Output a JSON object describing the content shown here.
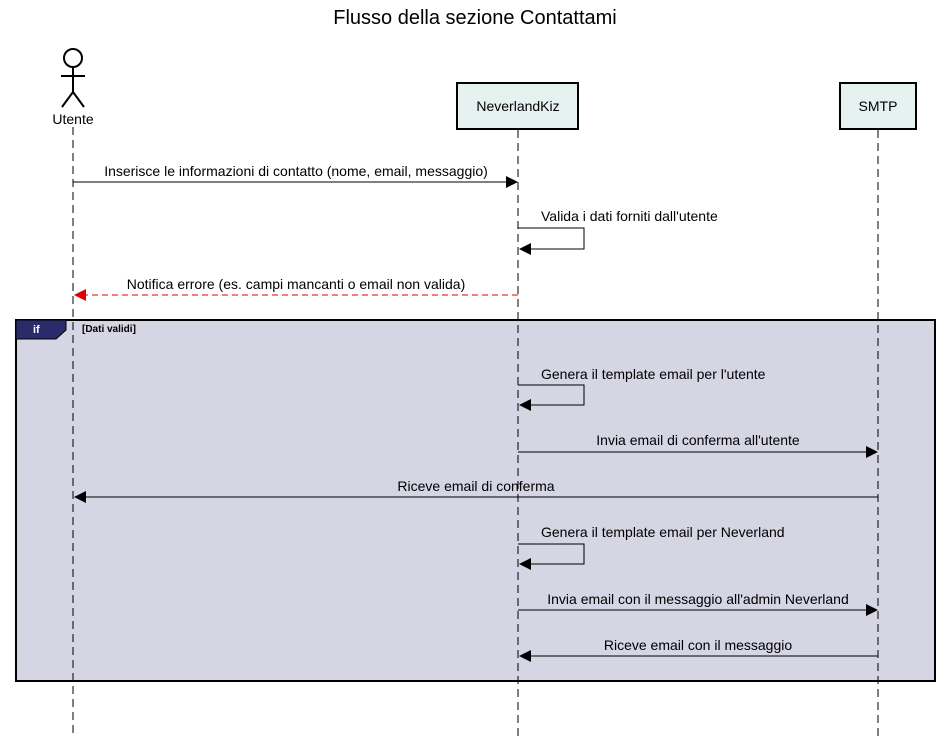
{
  "title": "Flusso della sezione Contattami",
  "participants": [
    {
      "id": "utente",
      "label": "Utente",
      "kind": "actor"
    },
    {
      "id": "neverland",
      "label": "NeverlandKiz",
      "kind": "box"
    },
    {
      "id": "smtp",
      "label": "SMTP",
      "kind": "box"
    }
  ],
  "messages": [
    {
      "from": "utente",
      "to": "neverland",
      "label": "Inserisce le informazioni di contatto (nome, email, messaggio)",
      "style": "solid"
    },
    {
      "from": "neverland",
      "to": "neverland",
      "label": "Valida i dati forniti dall'utente",
      "style": "self"
    },
    {
      "from": "neverland",
      "to": "utente",
      "label": "Notifica errore (es. campi mancanti o email non valida)",
      "style": "dashed-red"
    },
    {
      "from": "neverland",
      "to": "neverland",
      "label": "Genera il template email per l'utente",
      "style": "self"
    },
    {
      "from": "neverland",
      "to": "smtp",
      "label": "Invia email di conferma all'utente",
      "style": "solid"
    },
    {
      "from": "smtp",
      "to": "utente",
      "label": "Riceve email di conferma",
      "style": "solid"
    },
    {
      "from": "neverland",
      "to": "neverland",
      "label": "Genera il template email per Neverland",
      "style": "self"
    },
    {
      "from": "neverland",
      "to": "smtp",
      "label": "Invia email con il messaggio all'admin Neverland",
      "style": "solid"
    },
    {
      "from": "smtp",
      "to": "neverland",
      "label": "Riceve email con il messaggio",
      "style": "solid"
    }
  ],
  "fragment": {
    "keyword": "if",
    "guard": "[Dati validi]"
  },
  "colors": {
    "participant_fill": "#e6f2f0",
    "fragment_fill": "#d5d5e4",
    "fragment_tab": "#2b2b6b",
    "error_arrow": "#e00000",
    "line": "#000000"
  }
}
